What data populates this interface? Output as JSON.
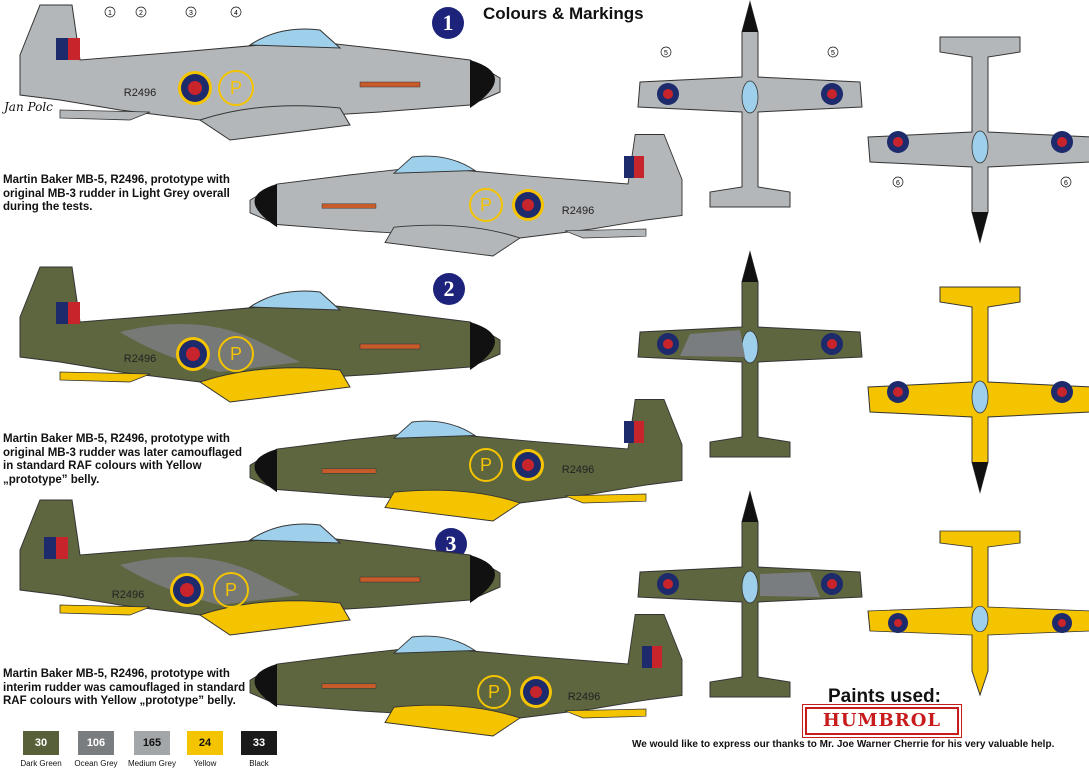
{
  "title": "Colours & Markings",
  "signature": "Jan Polc",
  "schemes": [
    {
      "number": "1",
      "description": "Martin Baker MB-5, R2496, prototype with\noriginal MB-3 rudder in Light Grey overall\nduring the tests."
    },
    {
      "number": "2",
      "description": "Martin Baker MB-5, R2496, prototype with\noriginal MB-3 rudder was later camouflaged\nin standard RAF colours with Yellow\n„prototype” belly."
    },
    {
      "number": "3",
      "description": "Martin Baker MB-5, R2496, prototype with\ninterim rudder was camouflaged in standard\nRAF colours with Yellow „prototype” belly."
    }
  ],
  "serial": "R2496",
  "code_letter": "P",
  "callouts": [
    "1",
    "2",
    "3",
    "4",
    "5",
    "6"
  ],
  "paints": [
    {
      "code": "30",
      "name": "Dark Green",
      "color": "#58603a"
    },
    {
      "code": "106",
      "name": "Ocean Grey",
      "color": "#7a7d7f"
    },
    {
      "code": "165",
      "name": "Medium Grey",
      "color": "#a3a6a8"
    },
    {
      "code": "24",
      "name": "Yellow",
      "color": "#f5c400"
    },
    {
      "code": "33",
      "name": "Black",
      "color": "#1a1a1a"
    }
  ],
  "paints_used": "Paints used:",
  "brand": "HUMBROL",
  "thanks": "We would like to express our thanks to Mr. Joe Warner Cherrie for his very valuable help."
}
